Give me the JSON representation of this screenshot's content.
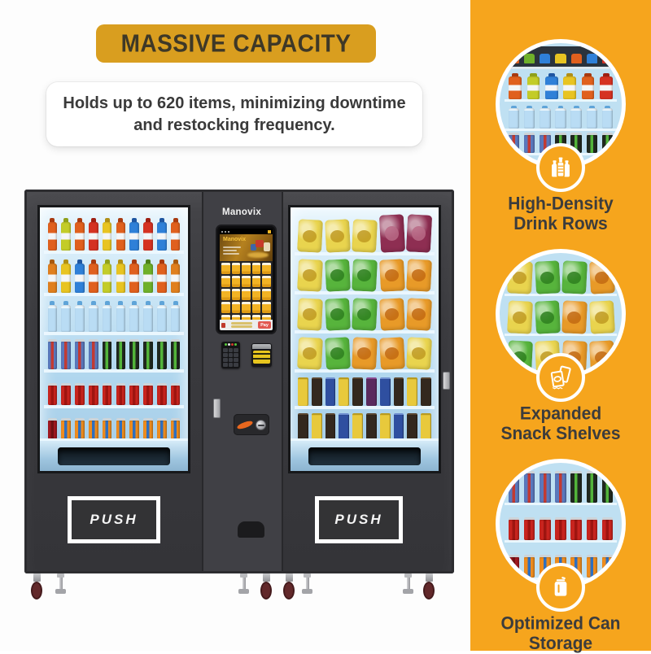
{
  "banner": {
    "label": "MASSIVE CAPACITY"
  },
  "description": {
    "line1": "Holds up to 620 items, minimizing downtime",
    "line2": "and restocking frequency."
  },
  "colors": {
    "banner_gold": "#D99E1F",
    "banner_text": "#3E3827",
    "sidebar_orange": "#F6A51D",
    "machine_body": "#3A3A3E",
    "window_blue": "#BFE0F2",
    "caption_dark": "#3C3C3C",
    "pay_red": "#E25750"
  },
  "machine": {
    "brand": "Manovix",
    "screen": {
      "brand": "Manovix",
      "pay": "Pay"
    },
    "push_left": "PUSH",
    "push_right": "PUSH",
    "left_window_rows": [
      {
        "type": "bottle",
        "h": 50,
        "items": [
          {
            "b": "#E0601E",
            "a": "#A83A10"
          },
          {
            "b": "#C3CC28",
            "a": "#8FA01A"
          },
          {
            "b": "#E0601E",
            "a": "#A83A10"
          },
          {
            "b": "#D53222",
            "a": "#9E1F12"
          },
          {
            "b": "#E8C422",
            "a": "#B08F16"
          },
          {
            "b": "#E0601E",
            "a": "#A83A10"
          },
          {
            "b": "#2F80D8",
            "a": "#1E55A0"
          },
          {
            "b": "#D53222",
            "a": "#9E1F12"
          },
          {
            "b": "#2F80D8",
            "a": "#1E55A0"
          },
          {
            "b": "#E0601E",
            "a": "#A83A10"
          }
        ]
      },
      {
        "type": "bottle",
        "h": 52,
        "items": [
          {
            "b": "#E07F1E",
            "a": "#A85A10"
          },
          {
            "b": "#E8C422",
            "a": "#B08F16"
          },
          {
            "b": "#2F80D8",
            "a": "#1E55A0"
          },
          {
            "b": "#E0601E",
            "a": "#A83A10"
          },
          {
            "b": "#C3CC28",
            "a": "#8FA01A"
          },
          {
            "b": "#E8C422",
            "a": "#B08F16"
          },
          {
            "b": "#E0601E",
            "a": "#A83A10"
          },
          {
            "b": "#6FB02A",
            "a": "#4A7F18"
          },
          {
            "b": "#E0601E",
            "a": "#A83A10"
          },
          {
            "b": "#E07F1E",
            "a": "#A85A10"
          }
        ]
      },
      {
        "type": "water",
        "h": 48,
        "items": [
          {
            "b": "#B9DCF4",
            "a": "#5FA4D8"
          },
          {
            "b": "#B9DCF4",
            "a": "#5FA4D8"
          },
          {
            "b": "#B9DCF4",
            "a": "#5FA4D8"
          },
          {
            "b": "#B9DCF4",
            "a": "#5FA4D8"
          },
          {
            "b": "#B9DCF4",
            "a": "#5FA4D8"
          },
          {
            "b": "#B9DCF4",
            "a": "#5FA4D8"
          },
          {
            "b": "#B9DCF4",
            "a": "#5FA4D8"
          },
          {
            "b": "#B9DCF4",
            "a": "#5FA4D8"
          },
          {
            "b": "#B9DCF4",
            "a": "#5FA4D8"
          },
          {
            "b": "#B9DCF4",
            "a": "#5FA4D8"
          }
        ]
      },
      {
        "type": "can",
        "h": 46,
        "items": [
          {
            "b": "#5A78BC",
            "a": "#C23A32",
            "t": 1
          },
          {
            "b": "#5A78BC",
            "a": "#C23A32",
            "t": 1
          },
          {
            "b": "#5A78BC",
            "a": "#C23A32",
            "t": 1
          },
          {
            "b": "#5A78BC",
            "a": "#C23A32",
            "t": 1
          },
          {
            "b": "#20281F",
            "a": "#52B43A",
            "t": 1
          },
          {
            "b": "#20281F",
            "a": "#52B43A",
            "t": 1
          },
          {
            "b": "#20281F",
            "a": "#52B43A",
            "t": 1
          },
          {
            "b": "#20281F",
            "a": "#52B43A",
            "t": 1
          },
          {
            "b": "#20281F",
            "a": "#52B43A",
            "t": 1
          },
          {
            "b": "#20281F",
            "a": "#52B43A",
            "t": 1
          }
        ]
      },
      {
        "type": "can",
        "h": 44,
        "items": [
          {
            "b": "#C8241E",
            "a": "#9E1510"
          },
          {
            "b": "#C8241E",
            "a": "#9E1510"
          },
          {
            "b": "#C8241E",
            "a": "#9E1510"
          },
          {
            "b": "#C8241E",
            "a": "#9E1510"
          },
          {
            "b": "#C8241E",
            "a": "#9E1510"
          },
          {
            "b": "#C8241E",
            "a": "#9E1510"
          },
          {
            "b": "#C8241E",
            "a": "#9E1510"
          },
          {
            "b": "#C8241E",
            "a": "#9E1510"
          },
          {
            "b": "#C8241E",
            "a": "#9E1510"
          },
          {
            "b": "#C8241E",
            "a": "#9E1510"
          }
        ]
      },
      {
        "type": "can",
        "h": 42,
        "items": [
          {
            "b": "#A01820",
            "a": "#701014"
          },
          {
            "b": "#EE8C1E",
            "a": "#2E6FC0"
          },
          {
            "b": "#EE8C1E",
            "a": "#2E6FC0"
          },
          {
            "b": "#EE8C1E",
            "a": "#2E6FC0"
          },
          {
            "b": "#EE8C1E",
            "a": "#2E6FC0"
          },
          {
            "b": "#EE8C1E",
            "a": "#2E6FC0"
          },
          {
            "b": "#EE8C1E",
            "a": "#2E6FC0"
          },
          {
            "b": "#EE8C1E",
            "a": "#2E6FC0"
          },
          {
            "b": "#EE8C1E",
            "a": "#2E6FC0"
          },
          {
            "b": "#EE8C1E",
            "a": "#2E6FC0"
          }
        ]
      }
    ],
    "right_window_rows": [
      {
        "type": "bag",
        "h": 52,
        "items": [
          {
            "b": "#E9D44E",
            "a": "#C09A22",
            "h": 84
          },
          {
            "b": "#E9D44E",
            "a": "#C09A22",
            "h": 84
          },
          {
            "b": "#E9D44E",
            "a": "#C09A22",
            "h": 84
          },
          {
            "b": "#8E2E52",
            "a": "#B86A86",
            "h": 96
          },
          {
            "b": "#8E2E52",
            "a": "#B86A86",
            "h": 96
          }
        ]
      },
      {
        "type": "bag",
        "h": 48,
        "items": [
          {
            "b": "#E9D44E",
            "a": "#C09A22"
          },
          {
            "b": "#57B43C",
            "a": "#2E7F1E"
          },
          {
            "b": "#57B43C",
            "a": "#2E7F1E"
          },
          {
            "b": "#E89A28",
            "a": "#C26A12"
          },
          {
            "b": "#E89A28",
            "a": "#C26A12"
          }
        ]
      },
      {
        "type": "bag",
        "h": 48,
        "items": [
          {
            "b": "#E9D44E",
            "a": "#C09A22"
          },
          {
            "b": "#57B43C",
            "a": "#2E7F1E"
          },
          {
            "b": "#57B43C",
            "a": "#2E7F1E"
          },
          {
            "b": "#E89A28",
            "a": "#C26A12"
          },
          {
            "b": "#E89A28",
            "a": "#C26A12"
          }
        ]
      },
      {
        "type": "bag",
        "h": 48,
        "items": [
          {
            "b": "#E9D44E",
            "a": "#C09A22"
          },
          {
            "b": "#57B43C",
            "a": "#2E7F1E"
          },
          {
            "b": "#E89A28",
            "a": "#C26A12"
          },
          {
            "b": "#E89A28",
            "a": "#C26A12"
          },
          {
            "b": "#E9D44E",
            "a": "#C09A22"
          }
        ]
      },
      {
        "type": "bar",
        "h": 45,
        "items": [
          {
            "b": "#E8C93C",
            "a": "#B89A20"
          },
          {
            "b": "#33281E",
            "a": "#5A4630"
          },
          {
            "b": "#2F4FA0",
            "a": "#6F8FD0"
          },
          {
            "b": "#E8C93C",
            "a": "#B89A20"
          },
          {
            "b": "#33281E",
            "a": "#5A4630"
          },
          {
            "b": "#5A2A5E",
            "a": "#8A4A90"
          },
          {
            "b": "#2F4FA0",
            "a": "#6F8FD0"
          },
          {
            "b": "#33281E",
            "a": "#5A4630"
          },
          {
            "b": "#E8C93C",
            "a": "#B89A20"
          },
          {
            "b": "#33281E",
            "a": "#5A4630"
          }
        ]
      },
      {
        "type": "bar",
        "h": 42,
        "items": [
          {
            "b": "#33281E",
            "a": "#5A4630"
          },
          {
            "b": "#E8C93C",
            "a": "#B89A20"
          },
          {
            "b": "#33281E",
            "a": "#5A4630"
          },
          {
            "b": "#2F4FA0",
            "a": "#6F8FD0"
          },
          {
            "b": "#E8C93C",
            "a": "#B89A20"
          },
          {
            "b": "#33281E",
            "a": "#5A4630"
          },
          {
            "b": "#E8C93C",
            "a": "#B89A20"
          },
          {
            "b": "#2F4FA0",
            "a": "#6F8FD0"
          },
          {
            "b": "#33281E",
            "a": "#5A4630"
          },
          {
            "b": "#E8C93C",
            "a": "#B89A20"
          }
        ]
      }
    ]
  },
  "sidebar": {
    "features": [
      {
        "icon": "bottles-icon",
        "caption_line1": "High-Density",
        "caption_line2": "Drink Rows",
        "photo_rows": [
          {
            "type": "caps",
            "h": 28,
            "bg": "#2B333C",
            "items": [
              {
                "a": "#E0601E"
              },
              {
                "a": "#6FB02A"
              },
              {
                "a": "#2F80D8"
              },
              {
                "a": "#E8C422"
              },
              {
                "a": "#E0601E"
              },
              {
                "a": "#2F80D8"
              },
              {
                "a": "#D53222"
              }
            ]
          },
          {
            "type": "bottle",
            "h": 40,
            "items": [
              {
                "b": "#E0601E",
                "a": "#A83A10"
              },
              {
                "b": "#C3CC28",
                "a": "#8FA01A"
              },
              {
                "b": "#2F80D8",
                "a": "#1E55A0"
              },
              {
                "b": "#E8C422",
                "a": "#B08F16"
              },
              {
                "b": "#E0601E",
                "a": "#A83A10"
              },
              {
                "b": "#D53222",
                "a": "#9E1F12"
              }
            ]
          },
          {
            "type": "water",
            "h": 36,
            "items": [
              {
                "b": "#B9DCF4",
                "a": "#5FA4D8"
              },
              {
                "b": "#B9DCF4",
                "a": "#5FA4D8"
              },
              {
                "b": "#B9DCF4",
                "a": "#5FA4D8"
              },
              {
                "b": "#B9DCF4",
                "a": "#5FA4D8"
              },
              {
                "b": "#B9DCF4",
                "a": "#5FA4D8"
              },
              {
                "b": "#B9DCF4",
                "a": "#5FA4D8"
              },
              {
                "b": "#B9DCF4",
                "a": "#5FA4D8"
              }
            ]
          },
          {
            "type": "can",
            "h": 30,
            "items": [
              {
                "b": "#5A78BC",
                "a": "#C23A32",
                "t": 1
              },
              {
                "b": "#5A78BC",
                "a": "#C23A32",
                "t": 1
              },
              {
                "b": "#5A78BC",
                "a": "#C23A32",
                "t": 1
              },
              {
                "b": "#20281F",
                "a": "#52B43A",
                "t": 1
              },
              {
                "b": "#20281F",
                "a": "#52B43A",
                "t": 1
              },
              {
                "b": "#20281F",
                "a": "#52B43A",
                "t": 1
              },
              {
                "b": "#20281F",
                "a": "#52B43A",
                "t": 1
              }
            ]
          },
          {
            "type": "can",
            "h": 30,
            "items": [
              {
                "b": "#C8241E",
                "a": "#9E1510"
              },
              {
                "b": "#C8241E",
                "a": "#9E1510"
              },
              {
                "b": "#C8241E",
                "a": "#9E1510"
              },
              {
                "b": "#C8241E",
                "a": "#9E1510"
              },
              {
                "b": "#C8241E",
                "a": "#9E1510"
              },
              {
                "b": "#C8241E",
                "a": "#9E1510"
              },
              {
                "b": "#C8241E",
                "a": "#9E1510"
              }
            ]
          }
        ]
      },
      {
        "icon": "snack-bags-icon",
        "caption_line1": "Expanded",
        "caption_line2": "Snack Shelves",
        "photo_rows": [
          {
            "type": "bag",
            "h": 49,
            "items": [
              {
                "b": "#E9D44E",
                "a": "#C09A22"
              },
              {
                "b": "#57B43C",
                "a": "#2E7F1E"
              },
              {
                "b": "#57B43C",
                "a": "#2E7F1E"
              },
              {
                "b": "#E89A28",
                "a": "#C26A12"
              }
            ]
          },
          {
            "type": "bag",
            "h": 49,
            "items": [
              {
                "b": "#E9D44E",
                "a": "#C09A22"
              },
              {
                "b": "#57B43C",
                "a": "#2E7F1E"
              },
              {
                "b": "#E89A28",
                "a": "#C26A12"
              },
              {
                "b": "#E9D44E",
                "a": "#C09A22"
              }
            ]
          },
          {
            "type": "bag",
            "h": 49,
            "items": [
              {
                "b": "#57B43C",
                "a": "#2E7F1E"
              },
              {
                "b": "#E9D44E",
                "a": "#C09A22"
              },
              {
                "b": "#E89A28",
                "a": "#C26A12"
              },
              {
                "b": "#E89A28",
                "a": "#C26A12"
              }
            ]
          }
        ]
      },
      {
        "icon": "can-icon",
        "caption_line1": "Optimized Can",
        "caption_line2": "Storage",
        "photo_rows": [
          {
            "type": "can",
            "h": 48,
            "items": [
              {
                "b": "#5A78BC",
                "a": "#C23A32",
                "t": 1
              },
              {
                "b": "#5A78BC",
                "a": "#C23A32",
                "t": 1
              },
              {
                "b": "#5A78BC",
                "a": "#C23A32",
                "t": 1
              },
              {
                "b": "#5A78BC",
                "a": "#C23A32",
                "t": 1
              },
              {
                "b": "#20281F",
                "a": "#52B43A",
                "t": 1
              },
              {
                "b": "#20281F",
                "a": "#52B43A",
                "t": 1
              },
              {
                "b": "#20281F",
                "a": "#52B43A",
                "t": 1
              }
            ]
          },
          {
            "type": "can",
            "h": 46,
            "items": [
              {
                "b": "#C8241E",
                "a": "#9E1510"
              },
              {
                "b": "#C8241E",
                "a": "#9E1510"
              },
              {
                "b": "#C8241E",
                "a": "#9E1510"
              },
              {
                "b": "#C8241E",
                "a": "#9E1510"
              },
              {
                "b": "#C8241E",
                "a": "#9E1510"
              },
              {
                "b": "#C8241E",
                "a": "#9E1510"
              },
              {
                "b": "#C8241E",
                "a": "#9E1510"
              }
            ]
          },
          {
            "type": "can",
            "h": 46,
            "items": [
              {
                "b": "#A01820",
                "a": "#701014"
              },
              {
                "b": "#EE8C1E",
                "a": "#2E6FC0"
              },
              {
                "b": "#EE8C1E",
                "a": "#2E6FC0"
              },
              {
                "b": "#EE8C1E",
                "a": "#2E6FC0"
              },
              {
                "b": "#EE8C1E",
                "a": "#2E6FC0"
              },
              {
                "b": "#EE8C1E",
                "a": "#2E6FC0"
              },
              {
                "b": "#EE8C1E",
                "a": "#2E6FC0"
              }
            ]
          }
        ]
      }
    ]
  }
}
